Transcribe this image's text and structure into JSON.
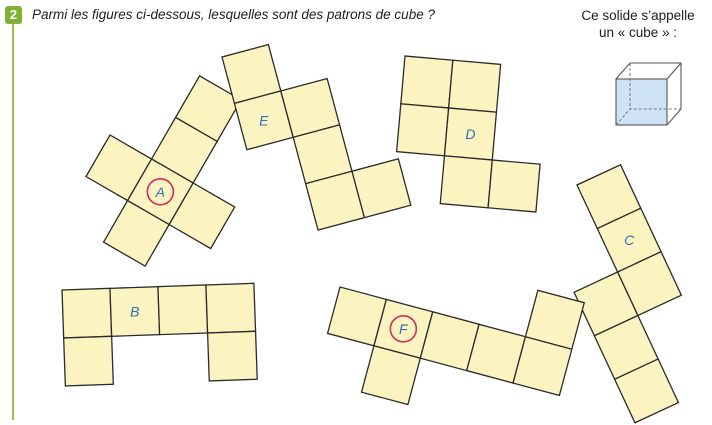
{
  "question": {
    "number": "2",
    "text": "Parmi les figures ci-dessous, lesquelles sont des patrons de cube ?"
  },
  "cube_caption": {
    "line1": "Ce solide s’appelle",
    "line2": "un « cube » :"
  },
  "colors": {
    "square_fill": "#fbf3c0",
    "square_stroke": "#2b2b2b",
    "label_color": "#2f6fb6",
    "circle_color": "#c8315a",
    "accent_green": "#7fb134",
    "cube_face": "#cfe3f7"
  },
  "nets": [
    {
      "label": "A",
      "circled": true
    },
    {
      "label": "E",
      "circled": false
    },
    {
      "label": "D",
      "circled": false
    },
    {
      "label": "C",
      "circled": false
    },
    {
      "label": "B",
      "circled": false
    },
    {
      "label": "F",
      "circled": true
    }
  ]
}
